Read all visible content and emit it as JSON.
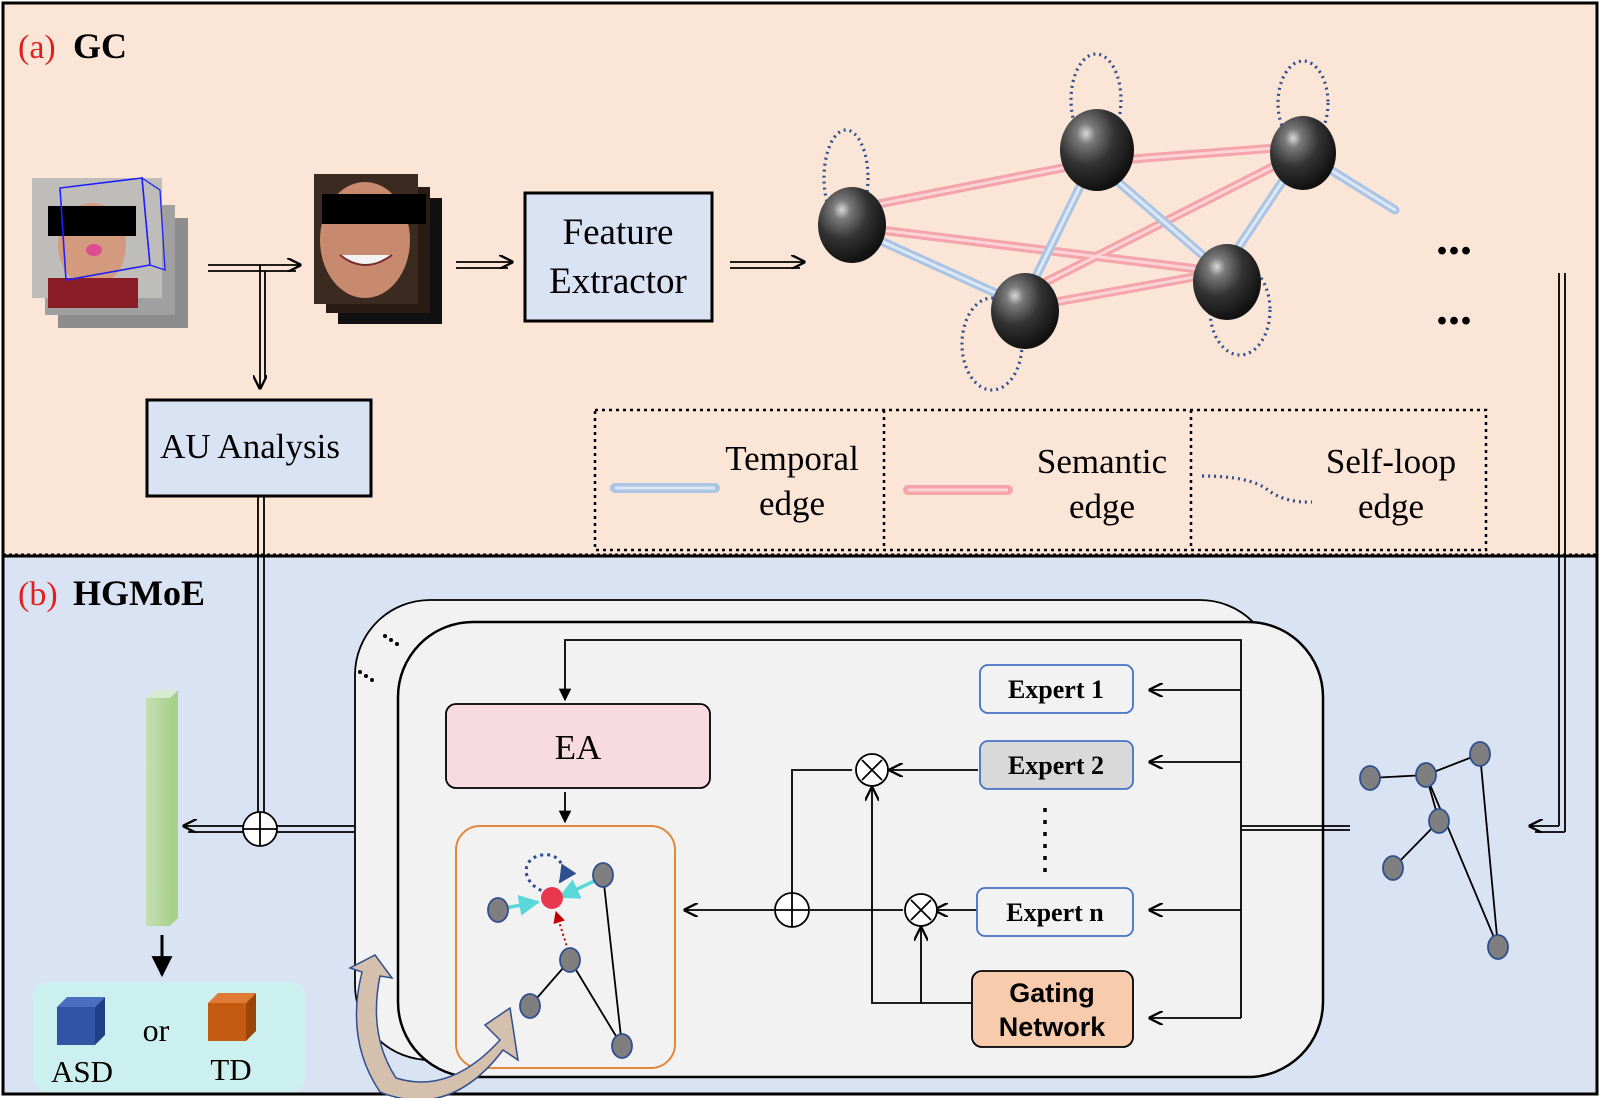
{
  "panel_a": {
    "letter": "(a)",
    "title": "GC"
  },
  "panel_b": {
    "letter": "(b)",
    "title": "HGMoE"
  },
  "boxes": {
    "feature_extractor": [
      "Feature",
      "Extractor"
    ],
    "au_analysis": "AU Analysis",
    "ea": "EA",
    "expert1": "Expert 1",
    "expert2": "Expert 2",
    "expertn": "Expert n",
    "gating": [
      "Gating",
      "Network"
    ]
  },
  "legend": {
    "temporal": [
      "Temporal",
      "edge"
    ],
    "semantic": [
      "Semantic",
      "edge"
    ],
    "selfloop": [
      "Self-loop",
      "edge"
    ]
  },
  "ellipsis": "...",
  "output": {
    "asd": "ASD",
    "or": "or",
    "td": "TD"
  },
  "colors": {
    "panel_a_bg": "#fbe5d6",
    "panel_b_bg": "#dae3f3",
    "box_blue": "#dae3f3",
    "ea_pink": "#f8dbe1",
    "gating_orange": "#f8cbad",
    "temporal_edge": "#a9c4e4",
    "semantic_edge": "#f4a4aa",
    "selfloop_edge": "#2f4f8f",
    "letter_red": "#e02020",
    "asd_blue": "#2f55a4",
    "td_orange": "#c55a11",
    "feature_bar": "#c5e0b4",
    "output_bg": "#ccf0f0"
  }
}
